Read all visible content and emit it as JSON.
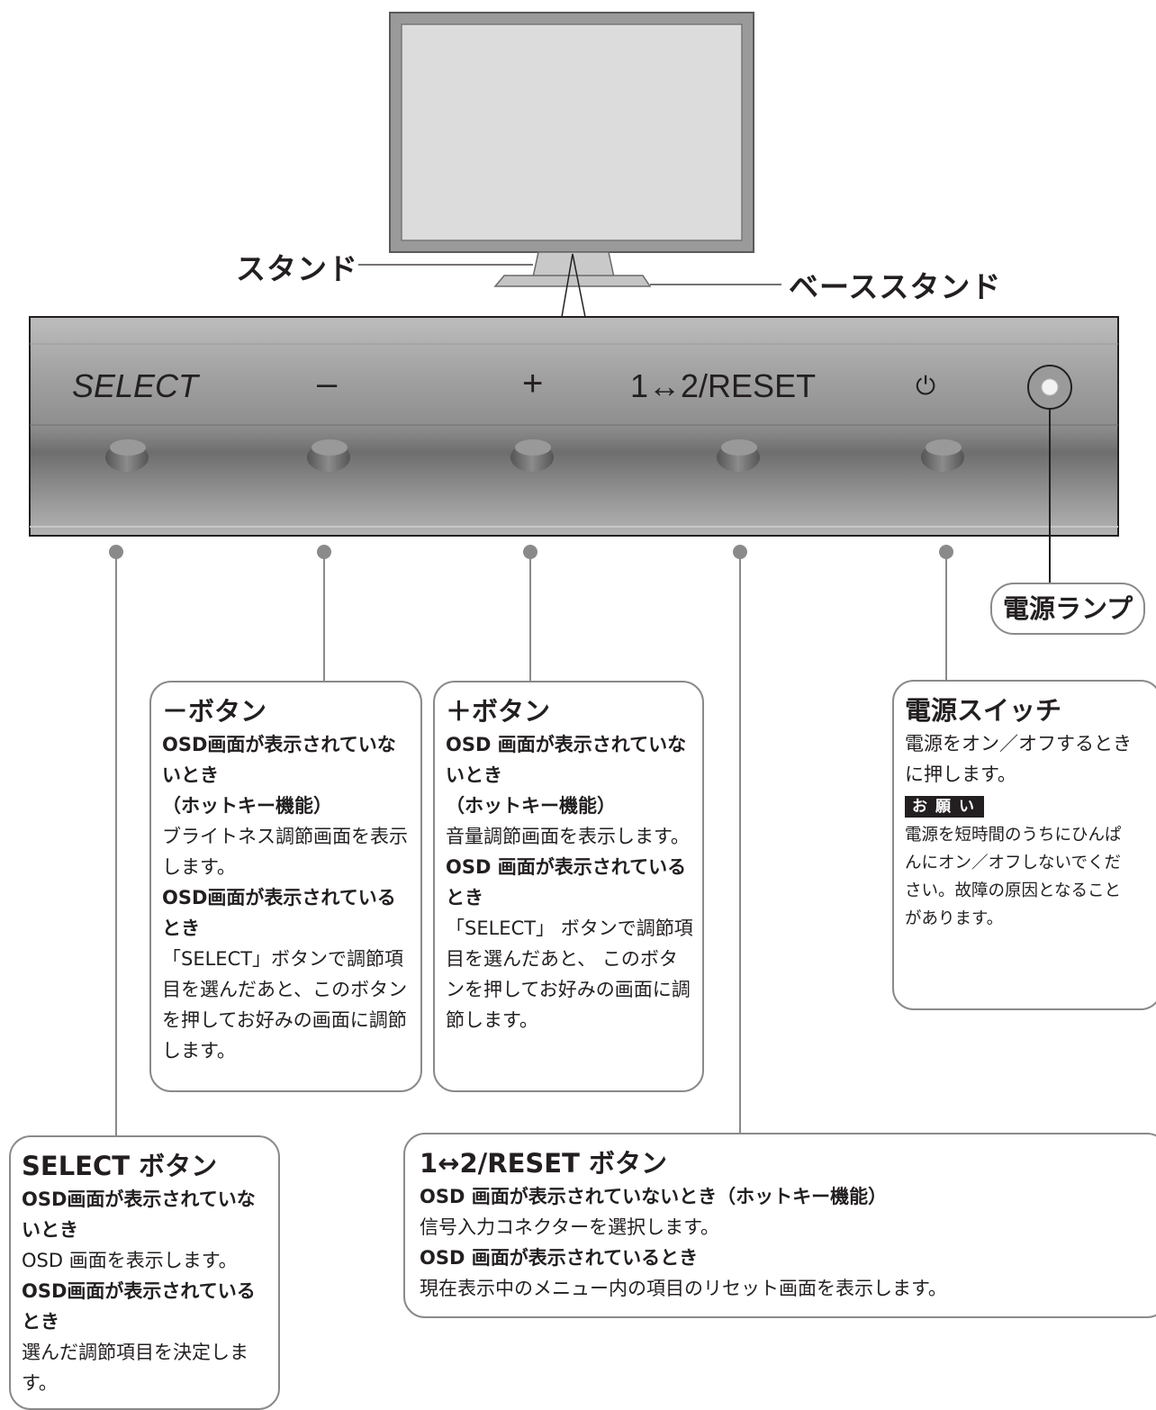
{
  "monitor": {
    "stand_label": "スタンド",
    "base_stand_label": "ベーススタンド"
  },
  "button_bar": {
    "labels": [
      "SELECT",
      "–",
      "+",
      "1↔2/RESET",
      "⏻"
    ]
  },
  "power_lamp_label": "電源ランプ",
  "callouts": {
    "minus": {
      "title": "－ボタン",
      "when_off": "OSD画面が表示されていないとき",
      "hotkey": "（ホットキー機能）",
      "off_text": "ブライトネス調節画面を表示します。",
      "when_on": "OSD画面が表示されているとき",
      "on_text": "「SELECT」ボタンで調節項目を選んだあと、このボタンを押してお好みの画面に調節します。"
    },
    "plus": {
      "title": "＋ボタン",
      "when_off": "OSD 画面が表示されていないとき",
      "hotkey": "（ホットキー機能）",
      "off_text": "音量調節画面を表示します。",
      "when_on": "OSD 画面が表示されているとき",
      "on_text": "「SELECT」 ボタンで調節項目を選んだあと、 このボタンを押してお好みの画面に調節します。"
    },
    "power": {
      "title": "電源スイッチ",
      "text": "電源をオン／オフするときに押します。",
      "notice_label": "お願い",
      "notice_text": "電源を短時間のうちにひんぱんにオン／オフしないでください。故障の原因となることがあります。"
    },
    "select": {
      "title": "SELECT ボタン",
      "when_off": "OSD画面が表示されていないとき",
      "off_text": "OSD 画面を表示します。",
      "when_on": "OSD画面が表示されているとき",
      "on_text": "選んだ調節項目を決定します。"
    },
    "reset": {
      "title": "1↔2/RESET ボタン",
      "when_off": "OSD 画面が表示されていないとき（ホットキー機能）",
      "off_text": "信号入力コネクターを選択します。",
      "when_on": "OSD 画面が表示されているとき",
      "on_text": "現在表示中のメニュー内の項目のリセット画面を表示します。"
    }
  }
}
